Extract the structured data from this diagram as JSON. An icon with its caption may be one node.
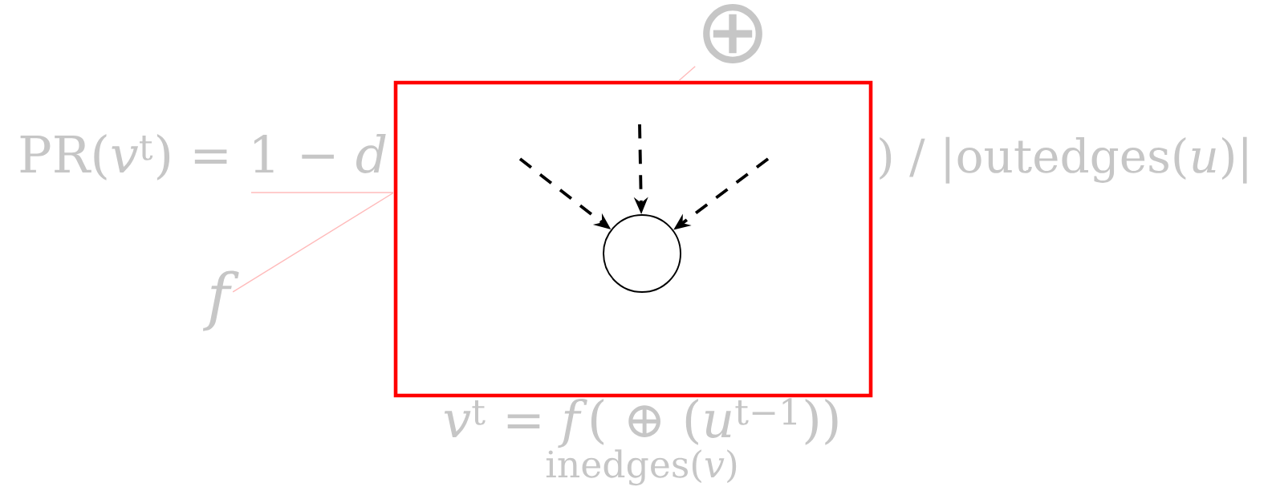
{
  "diagram": {
    "nodes": [
      {
        "text": [],
        "shape": "box"
      },
      {
        "text": [],
        "shape": "circle",
        "in": 0
      },
      {
        "text": [
          "⊕"
        ]
      },
      {
        "text": [
          "f"
        ]
      }
    ],
    "edges": [
      {
        "from": null,
        "to": 1,
        "arrow": "to",
        "style": "dashed"
      },
      {
        "from": null,
        "to": 1,
        "arrow": "to",
        "style": "dashed"
      },
      {
        "from": null,
        "to": 1,
        "arrow": "to",
        "style": "dashed"
      },
      {
        "from": 2,
        "to": 0,
        "arrow": "none",
        "color": "#ffbbbb"
      },
      {
        "from": null,
        "to": 0,
        "arrow": "none",
        "color": "#ffbbbb"
      },
      {
        "from": 3,
        "to": 0,
        "arrow": "none",
        "color": "#ffbbbb"
      }
    ],
    "labels": [
      "PR(*v*$^{t}$) = 1 − *d*",
      ") / |outedges(*u*)|",
      "*v*$^{t}$ = *f*( ⊕ (*u*$^{t−1}$))",
      "inedges(*v*)"
    ]
  }
}
